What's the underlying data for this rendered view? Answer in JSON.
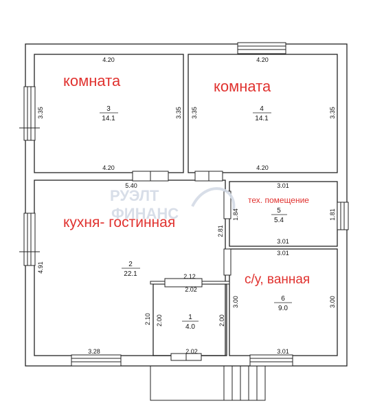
{
  "rooms": {
    "room3": {
      "name": "комната",
      "number": "3",
      "area": "14.1",
      "dim_top": "4.20",
      "dim_bottom": "4.20",
      "dim_left": "3.35",
      "dim_right": "3.35"
    },
    "room4": {
      "name": "комната",
      "number": "4",
      "area": "14.1",
      "dim_top": "4.20",
      "dim_bottom": "4.20",
      "dim_left": "3.35",
      "dim_right": "3.35"
    },
    "room2": {
      "name": "кухня- гостинная",
      "number": "2",
      "area": "22.1",
      "dim_top": "5.40",
      "dim_left": "4.91",
      "dim_bottom": "3.28",
      "dim_right": "2.81"
    },
    "room5": {
      "name": "тех. помещение",
      "number": "5",
      "area": "5.4",
      "dim_top": "3.01",
      "dim_bottom": "3.01",
      "dim_left": "1.84",
      "dim_right": "1.81"
    },
    "room6": {
      "name": "с/у, ванная",
      "number": "6",
      "area": "9.0",
      "dim_top": "3.01",
      "dim_bottom": "3.01",
      "dim_left": "3.00",
      "dim_right": "3.00"
    },
    "room1": {
      "number": "1",
      "area": "4.0",
      "dim_top_outer": "2.12",
      "dim_top": "2.02",
      "dim_bottom": "2.02",
      "dim_left": "2.00",
      "dim_right": "2.00",
      "dim_left_outer": "2.10"
    }
  },
  "watermark": {
    "line1": "РУЭЛТ",
    "line2": "ФИНАНС"
  },
  "colors": {
    "label": "#e0322f",
    "wall": "#222222"
  }
}
